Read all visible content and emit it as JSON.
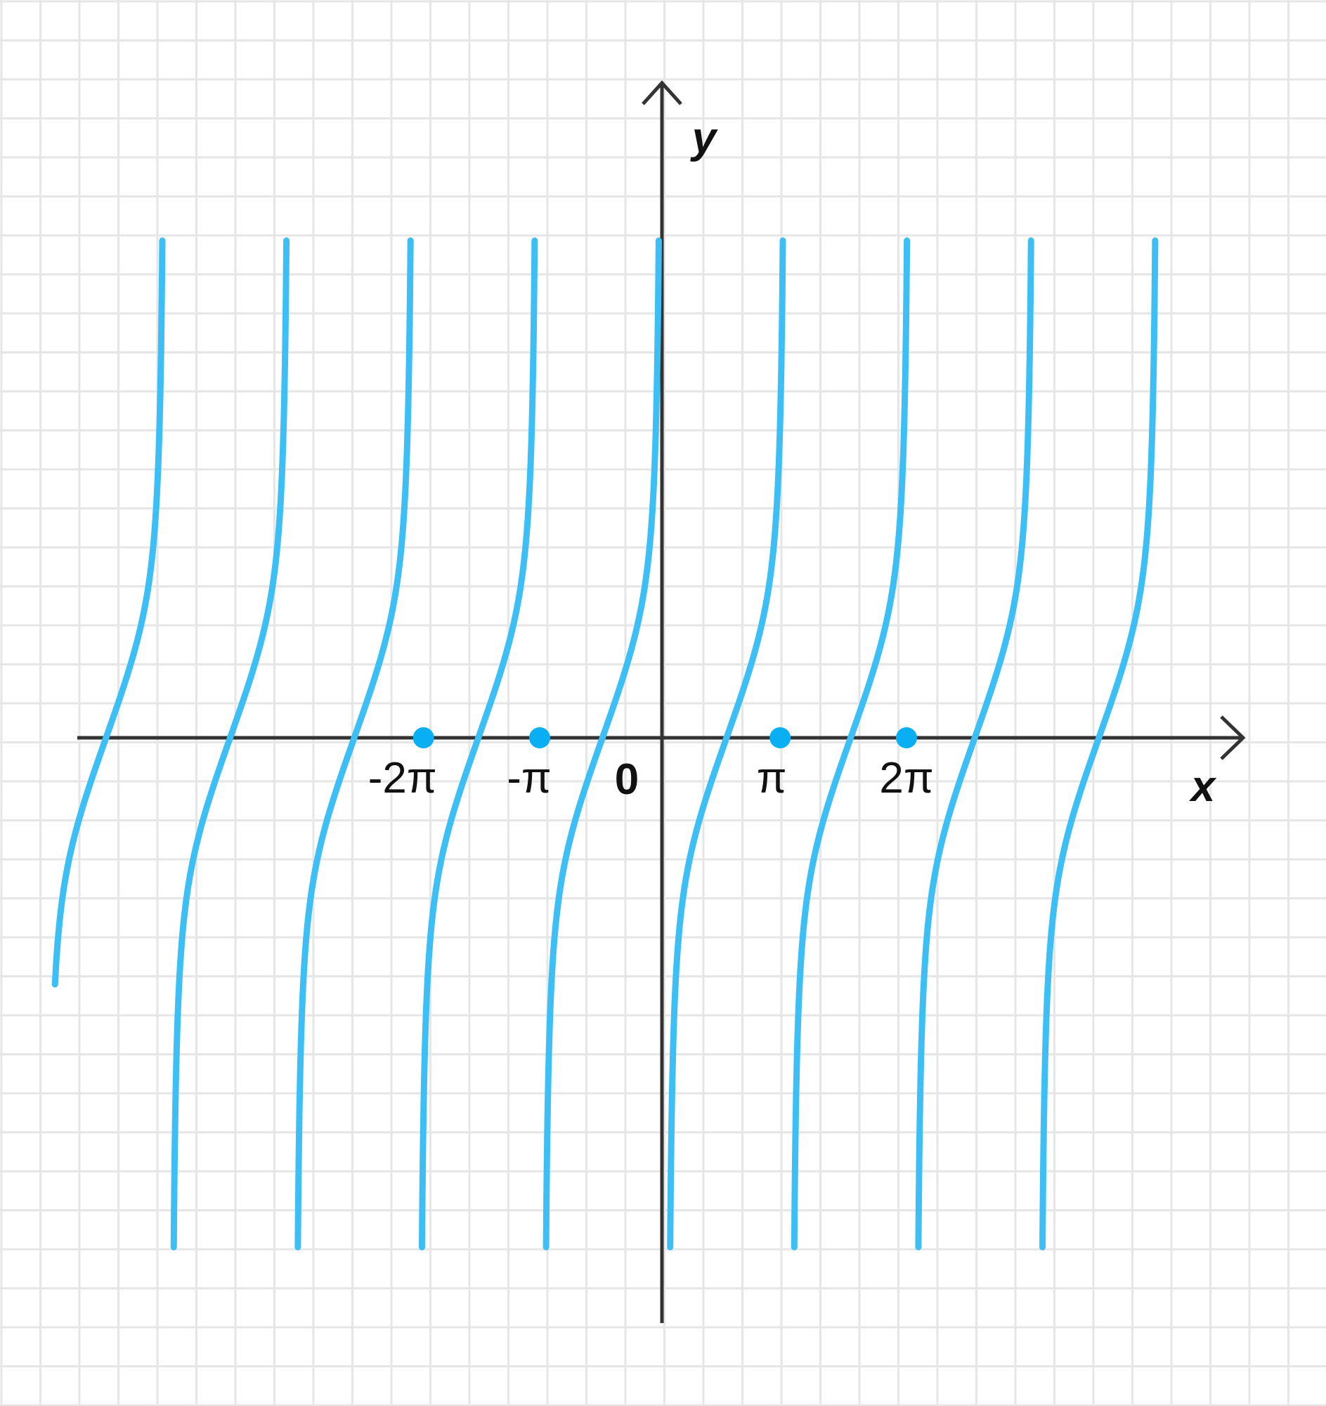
{
  "chart_data": {
    "type": "line",
    "xlabel": "x",
    "ylabel": "y",
    "xlim": [
      -2.9,
      2.9
    ],
    "ylim": [
      -3.1,
      3.1
    ],
    "period": 0.609,
    "branches": [
      {
        "zero_x": -2.728,
        "asymptote_right": -2.454
      },
      {
        "zero_x": -2.119,
        "asymptote_left": -2.424,
        "asymptote_right": -1.845
      },
      {
        "zero_x": -1.51,
        "asymptote_left": -1.815,
        "asymptote_right": -1.236
      },
      {
        "zero_x": -0.901,
        "asymptote_left": -1.206,
        "asymptote_right": -0.627
      },
      {
        "zero_x": -0.292,
        "asymptote_left": -0.597,
        "asymptote_right": -0.018
      },
      {
        "zero_x": 0.317,
        "asymptote_left": 0.012,
        "asymptote_right": 0.591
      },
      {
        "zero_x": 0.926,
        "asymptote_left": 0.621,
        "asymptote_right": 1.2
      },
      {
        "zero_x": 1.535,
        "asymptote_left": 1.23,
        "asymptote_right": 1.809
      },
      {
        "zero_x": 2.144,
        "asymptote_left": 1.839,
        "asymptote_right": 2.418
      }
    ],
    "first_branch_bottom_y": -1.21,
    "points": [
      {
        "label": "-2π",
        "x": -1.17,
        "y": 0
      },
      {
        "label": "-π",
        "x": -0.6,
        "y": 0
      },
      {
        "label": "π",
        "x": 0.58,
        "y": 0
      },
      {
        "label": "2π",
        "x": 1.2,
        "y": 0
      }
    ],
    "origin_label": "0",
    "colors": {
      "curve": "#3dbff5",
      "point": "#0aaef2",
      "axis": "#333333",
      "grid": "#e6e6e6"
    },
    "grid": true
  }
}
